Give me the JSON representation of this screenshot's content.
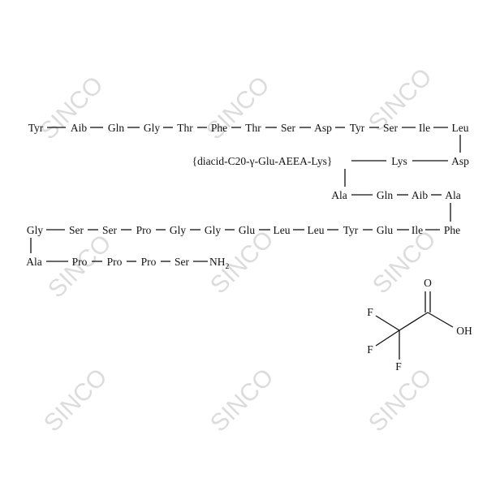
{
  "watermark": {
    "text": "SINCO",
    "color": "#dcdcdc"
  },
  "peptide": {
    "row1": [
      "Tyr",
      "Aib",
      "Gln",
      "Gly",
      "Thr",
      "Phe",
      "Thr",
      "Ser",
      "Asp",
      "Tyr",
      "Ser",
      "Ile",
      "Leu"
    ],
    "row2": {
      "side_chain": "{diacid-C20-γ-Glu-AEEA-Lys}",
      "lys": "Lys",
      "asp": "Asp"
    },
    "row3": [
      "Ala",
      "Gln",
      "Aib",
      "Ala"
    ],
    "row4": [
      "Gly",
      "Ser",
      "Ser",
      "Pro",
      "Gly",
      "Gly",
      "Glu",
      "Leu",
      "Leu",
      "Tyr",
      "Glu",
      "Ile",
      "Phe"
    ],
    "row5": [
      "Ala",
      "Pro",
      "Pro",
      "Pro",
      "Ser"
    ],
    "c_term": {
      "main": "NH",
      "subscript": "2"
    }
  },
  "tfa": {
    "carbonyl_o": "O",
    "hydroxyl": "OH",
    "fluorines": [
      "F",
      "F",
      "F"
    ]
  }
}
